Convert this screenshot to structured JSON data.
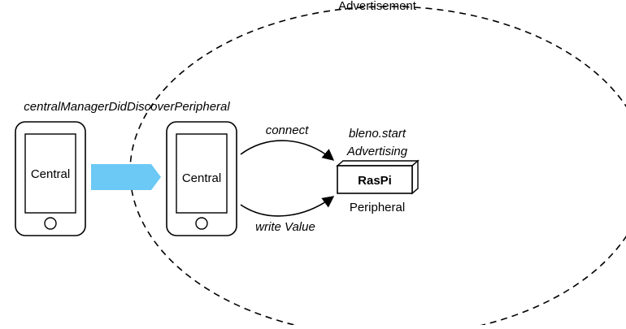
{
  "advertisement": {
    "label": "Advertisement"
  },
  "left_phone": {
    "caption": "centralManagerDidDiscoverPeripheral",
    "label": "Central"
  },
  "right_phone": {
    "label": "Central"
  },
  "transition_arrow": {
    "color": "#6cc9f5"
  },
  "connect_arrow": {
    "label": "connect"
  },
  "write_arrow": {
    "label": "write Value"
  },
  "raspi": {
    "label": "RasPi",
    "role": "Peripheral",
    "call_line1": "bleno.start",
    "call_line2": "Advertising"
  }
}
